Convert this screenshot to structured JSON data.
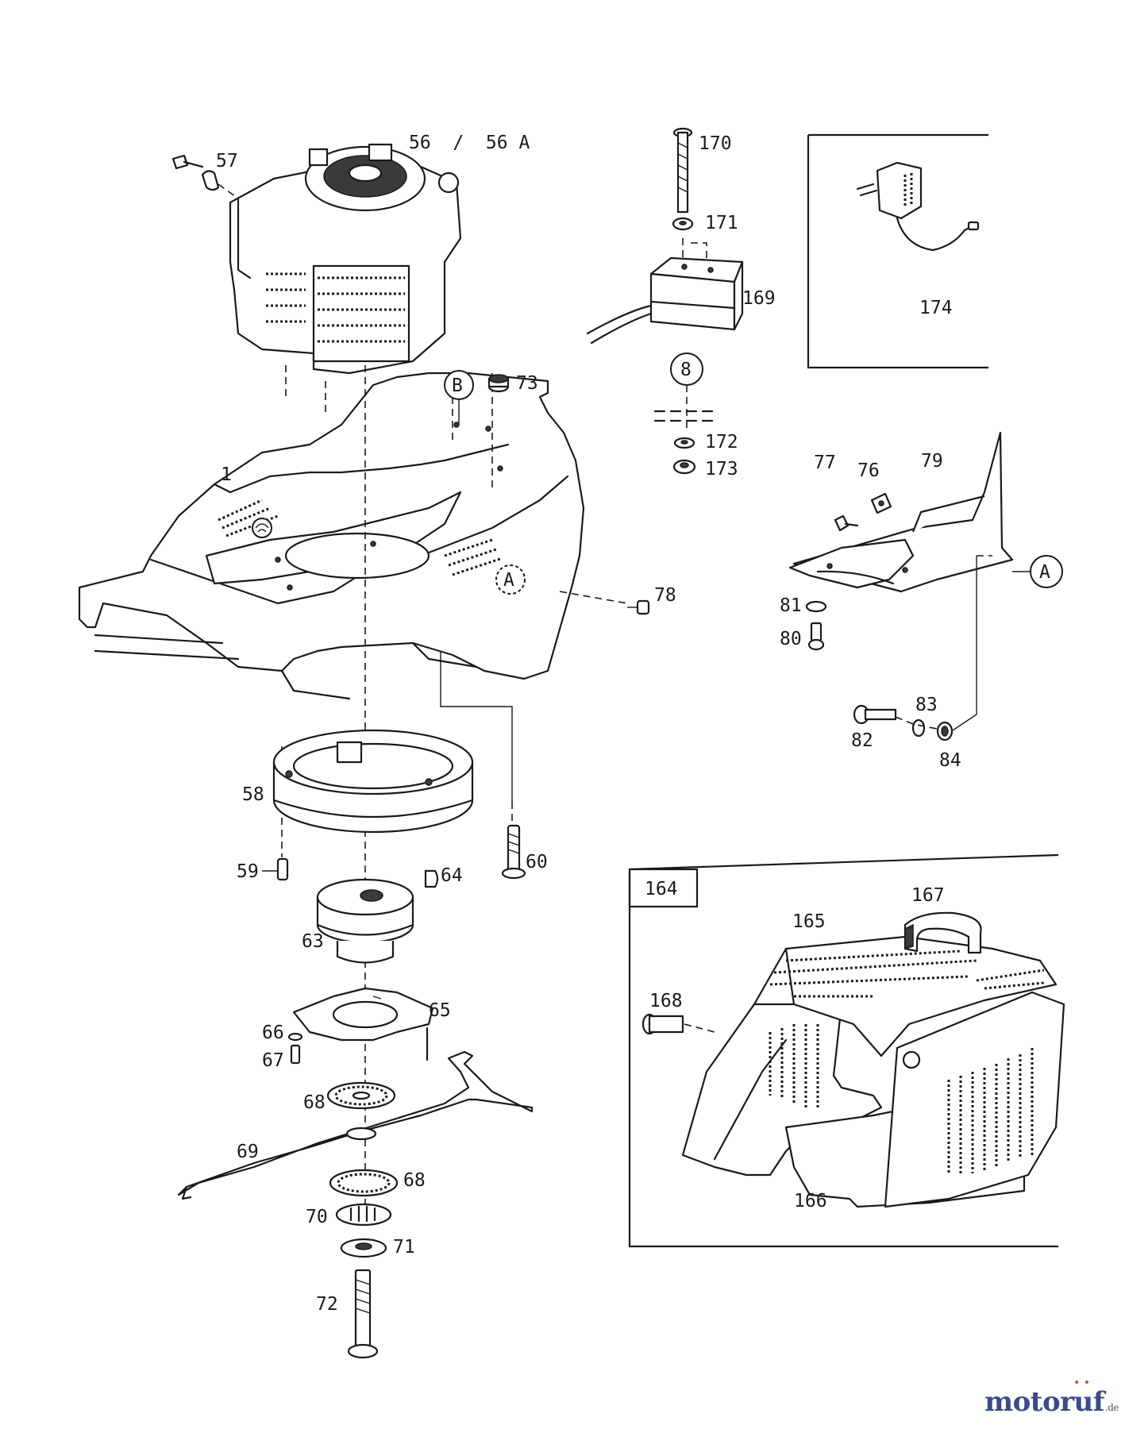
{
  "parts": {
    "p1": "1",
    "p56": "56  /  56 A",
    "p57": "57",
    "p58": "58",
    "p59": "59",
    "p60": "60",
    "p63": "63",
    "p64": "64",
    "p65": "65",
    "p66": "66",
    "p67": "67",
    "p68a": "68",
    "p68b": "68",
    "p69": "69",
    "p70": "70",
    "p71": "71",
    "p72": "72",
    "p73": "73",
    "p76": "76",
    "p77": "77",
    "p78": "78",
    "p79": "79",
    "p80": "80",
    "p81": "81",
    "p82": "82",
    "p83": "83",
    "p84": "84",
    "p164": "164",
    "p165": "165",
    "p166": "166",
    "p167": "167",
    "p168": "168",
    "p169": "169",
    "p170": "170",
    "p171": "171",
    "p172": "172",
    "p173": "173",
    "p174": "174"
  },
  "markers": {
    "A_left": "A",
    "A_right": "A",
    "B": "B",
    "num8": "8"
  },
  "brand": {
    "name": "motoruf",
    "suffix": ".de"
  },
  "colors": {
    "line": "#1a1a1a",
    "brand": "#3a4a8a",
    "brand_accent": "#d04a2a"
  }
}
